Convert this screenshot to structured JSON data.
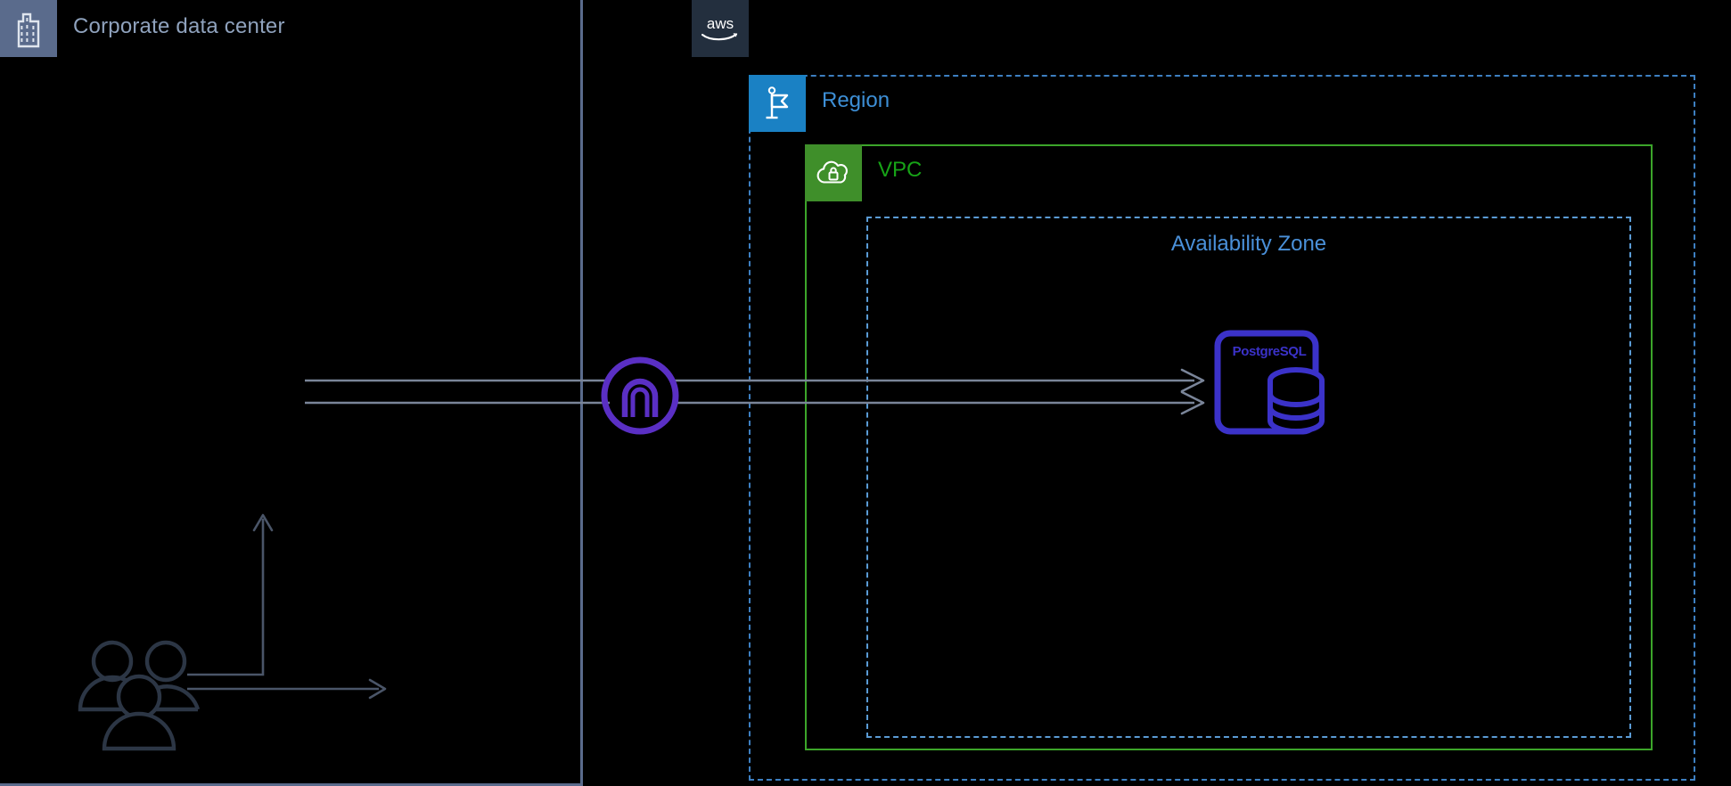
{
  "diagram": {
    "title": "AWS Region VPC with Neon PostgreSQL architecture",
    "background_color": "#000000"
  },
  "corporate_data_center": {
    "label": "Corporate data center",
    "icon": "office-building-icon",
    "icon_bg_color": "#5a6b8c",
    "border_color": "#5a6b8c",
    "text_color": "#8fa2bd",
    "users": {
      "icon": "users-group-icon",
      "color": "#2c3645"
    }
  },
  "aws": {
    "logo_text": "aws",
    "logo_bg_color": "#232f3e",
    "logo_text_color": "#ffffff"
  },
  "region": {
    "label": "Region",
    "icon": "region-flag-icon",
    "icon_bg_color": "#1a81c4",
    "border_color": "#3d7fc1",
    "border_style": "dashed",
    "text_color": "#3d8fd6"
  },
  "vpc": {
    "label": "VPC",
    "icon": "vpc-cloud-lock-icon",
    "icon_bg_color": "#3f8f2a",
    "border_color": "#3ca52a",
    "border_style": "solid",
    "text_color": "#17a317"
  },
  "availability_zone": {
    "label": "Availability Zone",
    "border_color": "#5a9bd5",
    "border_style": "dashed",
    "text_color": "#4a90d9"
  },
  "database": {
    "label": "PostgreSQL",
    "icon": "postgresql-database-icon",
    "color": "#3b32c9"
  },
  "neon": {
    "icon": "neon-logo-icon",
    "color": "#5a2fc4"
  },
  "connectors": {
    "color": "#7a8599",
    "items": [
      {
        "name": "datacenter-to-neon-upper",
        "from": "corporate-data-center",
        "to": "neon-proxy"
      },
      {
        "name": "datacenter-to-neon-lower",
        "from": "corporate-data-center",
        "to": "neon-proxy"
      },
      {
        "name": "neon-to-postgres-upper",
        "from": "neon-proxy",
        "to": "postgresql",
        "arrow": true
      },
      {
        "name": "neon-to-postgres-lower",
        "from": "neon-proxy",
        "to": "postgresql",
        "arrow": true
      },
      {
        "name": "users-elbow-up",
        "from": "users",
        "to": "upward",
        "arrow": true
      },
      {
        "name": "users-straight-right",
        "from": "users",
        "to": "right",
        "arrow": true
      }
    ]
  }
}
